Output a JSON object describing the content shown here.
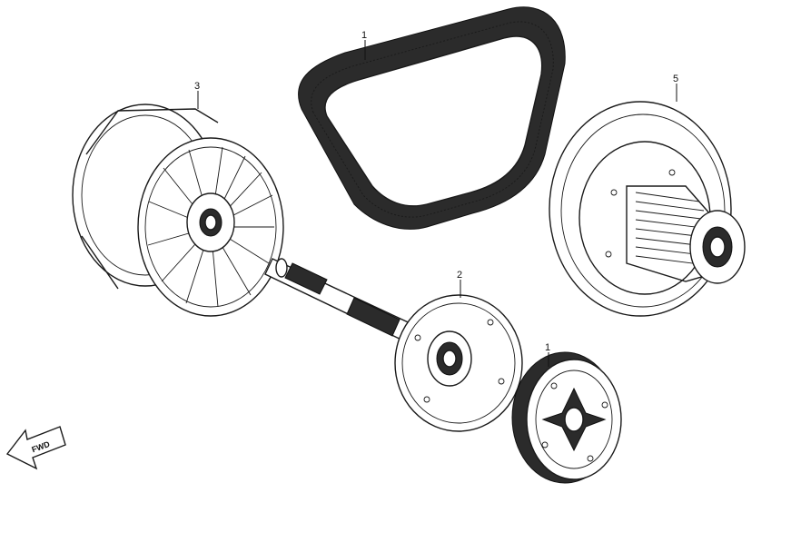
{
  "callouts": {
    "belt": "1",
    "driven_hub": "2",
    "drive_pulley": "3",
    "clutch_shoe": "1",
    "clutch_housing": "5"
  },
  "direction_arrow": {
    "label": "FWD"
  }
}
